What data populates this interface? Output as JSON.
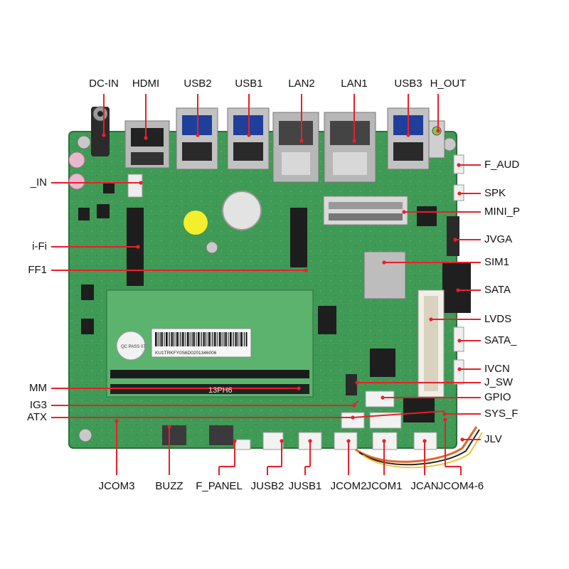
{
  "diagram": {
    "board_name": "13PH6",
    "barcode_text": "KU1TRKFY0S6D0201346006",
    "sticker_text": "QC PASS 07",
    "callout_color": "#e8202a",
    "top_labels": [
      {
        "text": "DC-IN"
      },
      {
        "text": "HDMI"
      },
      {
        "text": "USB2"
      },
      {
        "text": "USB1"
      },
      {
        "text": "LAN2"
      },
      {
        "text": "LAN1"
      },
      {
        "text": "USB3"
      },
      {
        "text": "H_OUT"
      }
    ],
    "right_labels": [
      {
        "text": "F_AUD"
      },
      {
        "text": "SPK"
      },
      {
        "text": "MINI_P"
      },
      {
        "text": "JVGA"
      },
      {
        "text": "SIM1"
      },
      {
        "text": "SATA"
      },
      {
        "text": "LVDS"
      },
      {
        "text": "SATA_"
      },
      {
        "text": "IVCN"
      },
      {
        "text": "J_SW"
      },
      {
        "text": "GPIO"
      },
      {
        "text": "SYS_F"
      },
      {
        "text": "JLV"
      }
    ],
    "left_labels": [
      {
        "text": "_IN"
      },
      {
        "text": "i-Fi"
      },
      {
        "text": "FF1"
      },
      {
        "text": "MM"
      },
      {
        "text": "IG3"
      },
      {
        "text": "ATX"
      }
    ],
    "bottom_labels": [
      {
        "text": "JCOM3"
      },
      {
        "text": "BUZZ"
      },
      {
        "text": "F_PANEL"
      },
      {
        "text": "JUSB2"
      },
      {
        "text": "JUSB1"
      },
      {
        "text": "JCOM2"
      },
      {
        "text": "JCOM1"
      },
      {
        "text": "JCAN"
      },
      {
        "text": "JCOM4-6"
      }
    ]
  }
}
